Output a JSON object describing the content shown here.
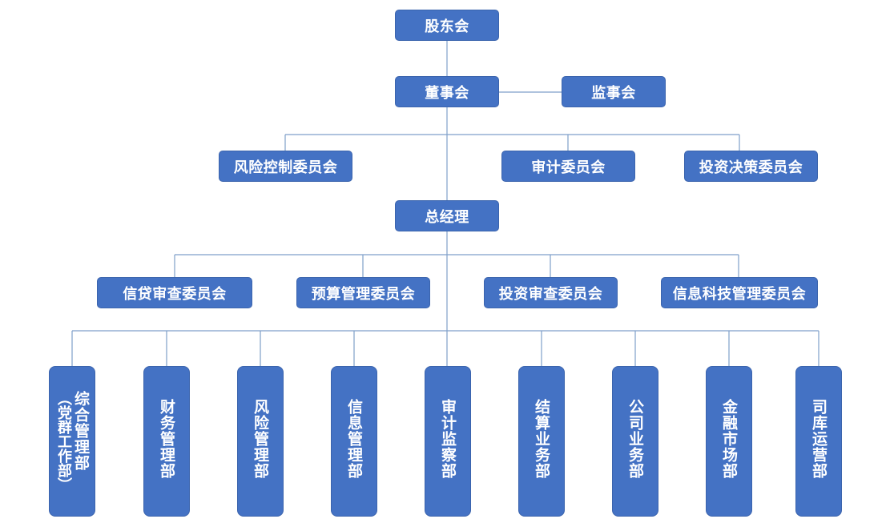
{
  "org_chart": {
    "shareholders": "股东会",
    "board": "董事会",
    "supervisors": "监事会",
    "board_committees": [
      "风险控制委员会",
      "审计委员会",
      "投资决策委员会"
    ],
    "general_manager": "总经理",
    "management_committees": [
      "信贷审查委员会",
      "预算管理委员会",
      "投资审查委员会",
      "信息科技管理委员会"
    ],
    "departments": [
      {
        "line1": "综合管理部",
        "line2": "（党群工作部）"
      },
      {
        "line1": "财务管理部"
      },
      {
        "line1": "风险管理部"
      },
      {
        "line1": "信息管理部"
      },
      {
        "line1": "审计监察部"
      },
      {
        "line1": "结算业务部"
      },
      {
        "line1": "公司业务部"
      },
      {
        "line1": "金融市场部"
      },
      {
        "line1": "司库运营部"
      }
    ]
  },
  "colors": {
    "box_fill": "#4472c4",
    "connector": "#7f9fc9",
    "text": "#ffffff"
  }
}
